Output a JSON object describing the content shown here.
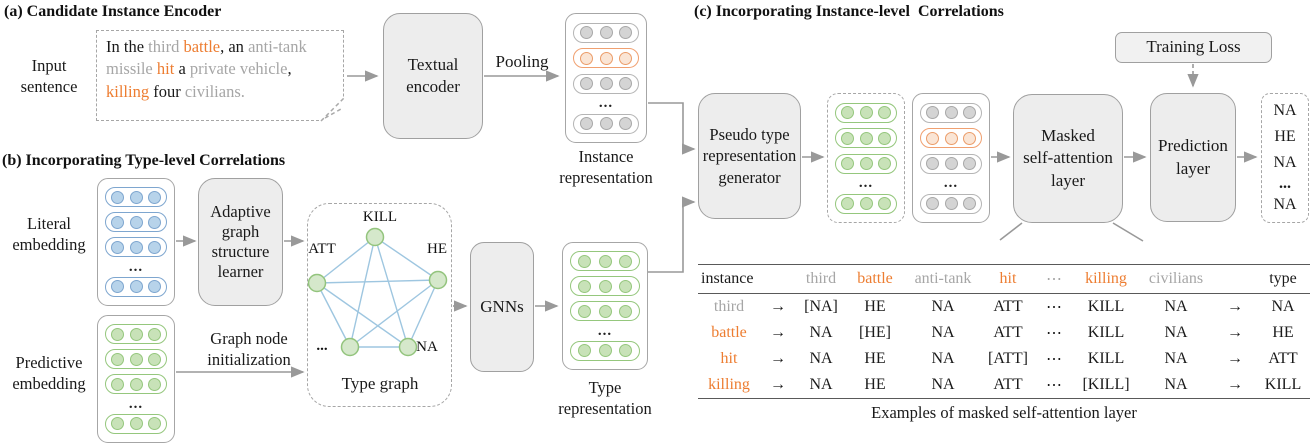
{
  "ellipsis": "...",
  "arrow_glyph": "→",
  "a": {
    "title": "(a) Candidate Instance Encoder",
    "input_label": "Input\nsentence",
    "sentence": {
      "p1": "In the ",
      "p2": "third ",
      "p3": "battle",
      "p4": ", an ",
      "p5": "anti-tank missile ",
      "p6": "hit",
      "p7": " a ",
      "p8": "private vehicle",
      "p9": ", ",
      "p10": "killing",
      "p11": " four ",
      "p12": "civilians."
    },
    "textual_encoder": "Textual\nencoder",
    "pooling": "Pooling",
    "instance_rep": "Instance\nrepresentation"
  },
  "b": {
    "title": "(b) Incorporating Type-level Correlations",
    "literal_label": "Literal\nembedding",
    "predictive_label": "Predictive\nembedding",
    "adaptive_learner": "Adaptive\ngraph\nstructure\nlearner",
    "graph_init": "Graph node\ninitialization",
    "graph": {
      "top": "KILL",
      "left": "ATT",
      "right": "HE",
      "bottom_left": "...",
      "bottom_right": "NA"
    },
    "type_graph_label": "Type graph",
    "gnns": "GNNs",
    "type_rep": "Type\nrepresentation"
  },
  "c": {
    "title": "(c) Incorporating Instance-level  Correlations",
    "generator": "Pseudo type\nrepresentation\ngenerator",
    "masked_layer": "Masked\nself-attention\nlayer",
    "prediction_layer": "Prediction\nlayer",
    "training_loss": "Training Loss",
    "output": [
      "NA",
      "HE",
      "NA",
      "...",
      "NA"
    ]
  },
  "stacks": {
    "instance": [
      "gray",
      "orange",
      "gray",
      "dots",
      "gray"
    ],
    "literal": [
      "blue",
      "blue",
      "blue",
      "dots",
      "blue"
    ],
    "predictive": [
      "green",
      "green",
      "green",
      "dots",
      "green"
    ],
    "type": [
      "green",
      "green",
      "green",
      "dots",
      "green"
    ],
    "pseudo": [
      "green",
      "green",
      "green",
      "dots",
      "green"
    ],
    "combined": [
      "gray",
      "orange",
      "gray",
      "dots",
      "gray"
    ]
  },
  "table": {
    "headers": [
      "instance",
      "",
      "third",
      "battle",
      "anti-tank",
      "hit",
      "⋯",
      "killing",
      "civilians",
      "",
      "type"
    ],
    "rows": [
      {
        "label": "third",
        "cells": [
          "[NA]",
          "HE",
          "NA",
          "ATT",
          "⋯",
          "KILL",
          "NA"
        ],
        "type": "NA"
      },
      {
        "label": "battle",
        "cells": [
          "NA",
          "[HE]",
          "NA",
          "ATT",
          "⋯",
          "KILL",
          "NA"
        ],
        "type": "HE"
      },
      {
        "label": "hit",
        "cells": [
          "NA",
          "HE",
          "NA",
          "[ATT]",
          "⋯",
          "KILL",
          "NA"
        ],
        "type": "ATT"
      },
      {
        "label": "killing",
        "cells": [
          "NA",
          "HE",
          "NA",
          "ATT",
          "⋯",
          "[KILL]",
          "NA"
        ],
        "type": "KILL"
      }
    ],
    "caption": "Examples of masked self-attention layer"
  },
  "colors": {
    "orange_text": "#ed7d31",
    "gray_text": "#a6a6a6",
    "box_fill": "#ededed",
    "box_border": "#a0a0a0",
    "arrow": "#999999",
    "blue_border": "#7ea6cf",
    "green_border": "#95c77d",
    "orange_border": "#f0a070",
    "graph_edge": "#9ec6e0"
  }
}
